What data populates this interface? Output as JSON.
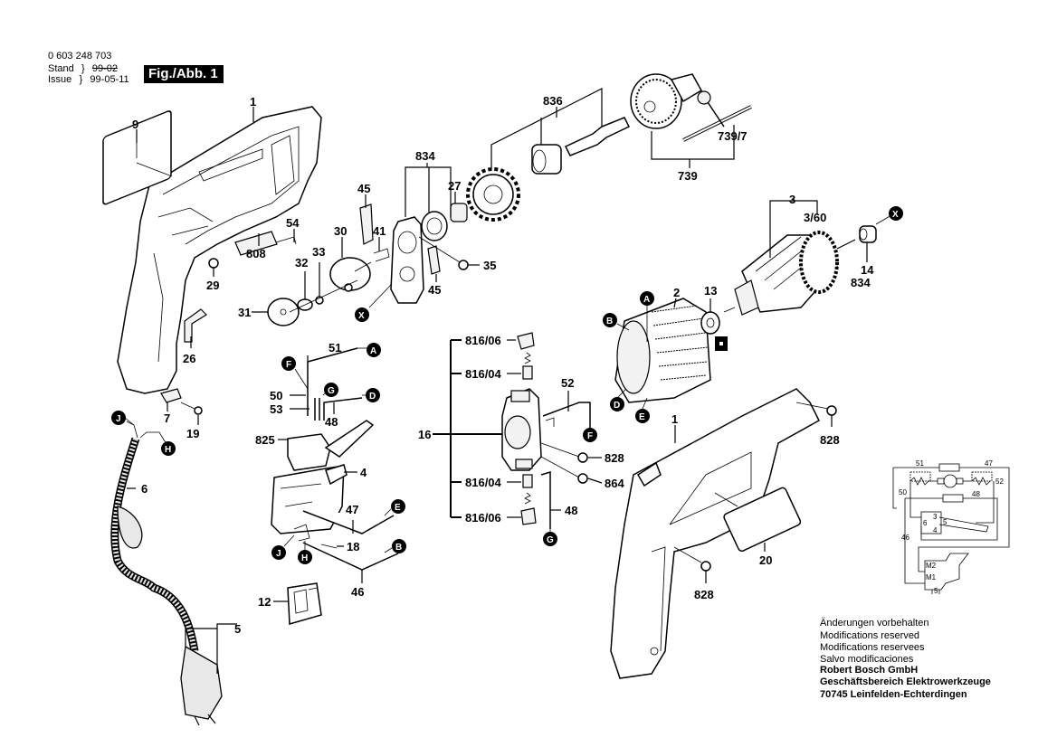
{
  "header": {
    "document_number": "0 603 248 703",
    "stand_label": "Stand",
    "stand_value_struck": "99-02",
    "issue_label": "Issue",
    "issue_value": "99-05-11",
    "figure_label": "Fig./Abb. 1"
  },
  "footer": {
    "lines": [
      "Änderungen vorbehalten",
      "Modifications reserved",
      "Modifications reservees",
      "Salvo modificaciones"
    ],
    "company_lines": [
      "Robert Bosch GmbH",
      "Geschäftsbereich Elektrowerkzeuge",
      "70745 Leinfelden-Echterdingen"
    ]
  },
  "part_labels": {
    "p1_left": "1",
    "p9": "9",
    "p54": "54",
    "p808": "808",
    "p29": "29",
    "p26": "26",
    "p7": "7",
    "p19": "19",
    "p6": "6",
    "p5": "5",
    "p45a": "45",
    "p30": "30",
    "p41": "41",
    "p33": "33",
    "p32": "32",
    "p31": "31",
    "p834_top": "834",
    "p27": "27",
    "p35": "35",
    "p45b": "45",
    "p836": "836",
    "p739_7": "739/7",
    "p739": "739",
    "p3": "3",
    "p3_60": "3/60",
    "p14": "14",
    "p834_right": "834",
    "p13": "13",
    "p2": "2",
    "p51": "51",
    "p50": "50",
    "p53": "53",
    "p48a": "48",
    "p825": "825",
    "p4": "4",
    "p47": "47",
    "p18": "18",
    "p46": "46",
    "p12": "12",
    "p816_06_top": "816/06",
    "p816_04_top": "816/04",
    "p16": "16",
    "p816_04_bot": "816/04",
    "p816_06_bot": "816/06",
    "p52": "52",
    "p828_a": "828",
    "p864": "864",
    "p48b": "48",
    "p1_right": "1",
    "p828_b": "828",
    "p828_c": "828",
    "p20": "20"
  },
  "connector_callouts": {
    "A_top": "A",
    "B_top": "B",
    "D_top": "D",
    "E_top": "E",
    "A_sw": "A",
    "F_sw": "F",
    "G_sw": "G",
    "D_sw": "D",
    "E_sw": "E",
    "B_sw": "B",
    "J_sw": "J",
    "H_sw": "H",
    "J_cord": "J",
    "H_cord": "H",
    "X_gear": "X",
    "X_armature": "X",
    "F_brush": "F",
    "G_brush": "G"
  },
  "wiring_schematic": {
    "labels": [
      "51",
      "47",
      "50",
      "52",
      "48",
      "3",
      "6",
      "5",
      "4",
      "46",
      "M2",
      "M1",
      "5"
    ]
  }
}
